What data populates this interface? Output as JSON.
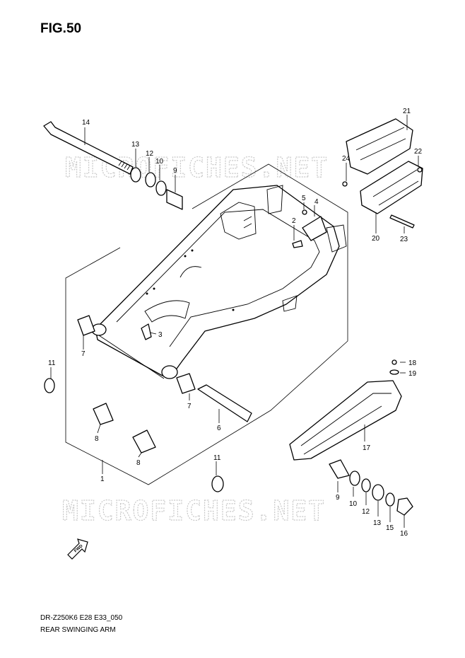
{
  "figure": {
    "title": "FIG.50",
    "code": "DR-Z250K6 E28 E33_050",
    "caption": "REAR SWINGING ARM"
  },
  "watermark": {
    "text": "MICROFICHES.NET"
  },
  "callouts": {
    "c1": "1",
    "c2": "2",
    "c3": "3",
    "c4": "4",
    "c5": "5",
    "c6": "6",
    "c7a": "7",
    "c7b": "7",
    "c8a": "8",
    "c8b": "8",
    "c9a": "9",
    "c9b": "9",
    "c10a": "10",
    "c10b": "10",
    "c11a": "11",
    "c11b": "11",
    "c12a": "12",
    "c12b": "12",
    "c13a": "13",
    "c13b": "13",
    "c14": "14",
    "c15": "15",
    "c16": "16",
    "c17": "17",
    "c18": "18",
    "c19": "19",
    "c20": "20",
    "c21": "21",
    "c22": "22",
    "c23": "23",
    "c24": "24"
  },
  "fwd_arrow": {
    "label": "FWD",
    "icon": "arrow-fwd-icon"
  }
}
